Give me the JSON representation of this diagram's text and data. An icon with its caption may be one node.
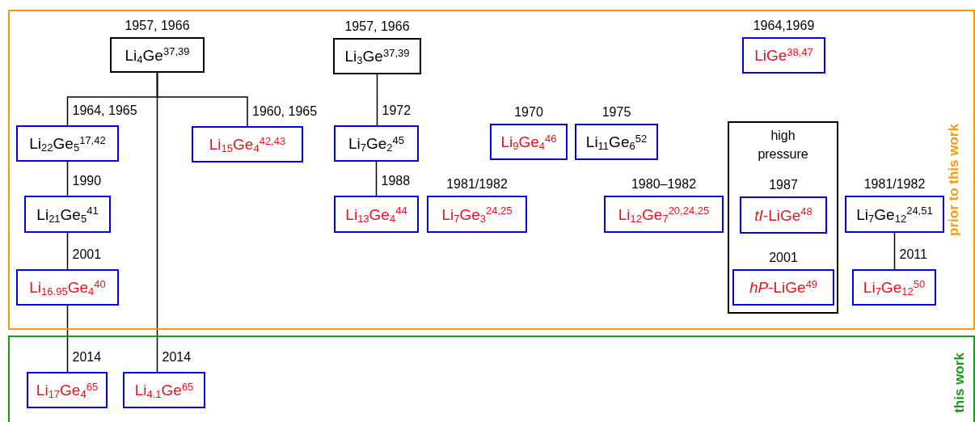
{
  "diagram": {
    "nodes": [
      {
        "text": [
          "prior to this work"
        ]
      },
      {
        "text": [
          "this work"
        ]
      },
      {
        "text": [
          "Li$_{4}$Ge$^{37,39}$"
        ],
        "in": 0,
        "beside": [
          "1957, 1966"
        ]
      },
      {
        "text": [
          "Li$_{3}$Ge$^{37,39}$"
        ],
        "in": 0,
        "beside": [
          "1957, 1966"
        ]
      },
      {
        "text": [
          "LiGe$^{38,47}$"
        ],
        "in": 0,
        "beside": [
          "1964,1969"
        ]
      },
      {
        "text": [
          "Li$_{22}$Ge$_{5}$$^{17,42}$"
        ],
        "in": 0
      },
      {
        "text": [
          "Li$_{15}$Ge$_{4}$$^{42,43}$"
        ],
        "in": 0
      },
      {
        "text": [
          "Li$_{7}$Ge$_{2}$$^{45}$"
        ],
        "in": 0
      },
      {
        "text": [
          "Li$_{9}$Ge$_{4}$$^{46}$"
        ],
        "in": 0,
        "beside": [
          "1970"
        ]
      },
      {
        "text": [
          "Li$_{11}$Ge$_{6}$$^{52}$"
        ],
        "in": 0,
        "beside": [
          "1975"
        ]
      },
      {
        "text": [
          "high pressure"
        ],
        "in": 0
      },
      {
        "text": [
          "*tI*-LiGe$^{48}$"
        ],
        "in": 10,
        "beside": [
          "1987"
        ]
      },
      {
        "text": [
          "*hP*-LiGe$^{49}$"
        ],
        "in": 10,
        "beside": [
          "2001"
        ]
      },
      {
        "text": [
          "Li$_{21}$Ge$_{5}$$^{41}$"
        ],
        "in": 0
      },
      {
        "text": [
          "Li$_{13}$Ge$_{4}$$^{44}$"
        ],
        "in": 0
      },
      {
        "text": [
          "Li$_{7}$Ge$_{3}$$^{24,25}$"
        ],
        "in": 0,
        "beside": [
          "1981/1982"
        ]
      },
      {
        "text": [
          "Li$_{12}$Ge$_{7}$$^{20,24,25}$"
        ],
        "in": 0,
        "beside": [
          "1980–1982"
        ]
      },
      {
        "text": [
          "Li$_{7}$Ge$_{12}$$^{24,51}$"
        ],
        "in": 0,
        "beside": [
          "1981/1982"
        ]
      },
      {
        "text": [
          "Li$_{16.95}$Ge$_{4}$$^{40}$"
        ],
        "in": 0
      },
      {
        "text": [
          "Li$_{7}$Ge$_{12}$$^{50}$"
        ],
        "in": 0
      },
      {
        "text": [
          "Li$_{17}$Ge$_{4}$$^{65}$"
        ],
        "in": 1
      },
      {
        "text": [
          "Li$_{4.1}$Ge$^{65}$"
        ],
        "in": 1
      }
    ],
    "edges": [
      {
        "from": 2,
        "to": 5,
        "arrow": "none",
        "label": "1964, 1965"
      },
      {
        "from": 2,
        "to": 6,
        "arrow": "none",
        "label": "1960, 1965"
      },
      {
        "from": 2,
        "to": 21,
        "arrow": "none",
        "label": "2014"
      },
      {
        "from": 3,
        "to": 7,
        "arrow": "none",
        "label": "1972"
      },
      {
        "from": 7,
        "to": 14,
        "arrow": "none",
        "label": "1988"
      },
      {
        "from": 5,
        "to": 13,
        "arrow": "none",
        "label": "1990"
      },
      {
        "from": 13,
        "to": 18,
        "arrow": "none",
        "label": "2001"
      },
      {
        "from": 17,
        "to": 19,
        "arrow": "none",
        "label": "2011"
      },
      {
        "from": 18,
        "to": 20,
        "arrow": "none",
        "label": "2014"
      }
    ]
  }
}
